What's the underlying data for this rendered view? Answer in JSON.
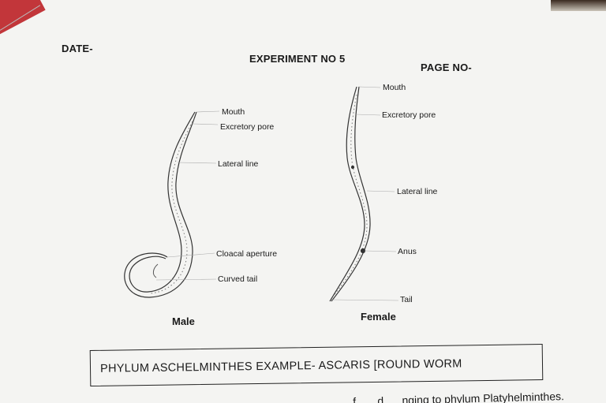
{
  "header": {
    "date": "DATE-",
    "experiment": "EXPERIMENT NO 5",
    "page_no": "PAGE NO-",
    "top_scrap": "···/ ... "
  },
  "male": {
    "caption": "Male",
    "labels": {
      "mouth": "Mouth",
      "excretory_pore": "Excretory pore",
      "lateral_line": "Lateral line",
      "cloacal_aperture": "Cloacal aperture",
      "curved_tail": "Curved tail"
    }
  },
  "female": {
    "caption": "Female",
    "labels": {
      "mouth": "Mouth",
      "excretory_pore": "Excretory pore",
      "lateral_line": "Lateral line",
      "anus": "Anus",
      "tail": "Tail"
    }
  },
  "title_box": {
    "text": "PHYLUM ASCHELMINTHES    EXAMPLE- ASCARIS [ROUND WORM"
  },
  "footer_text": "... ...f... ...d.. ...nging to phylum Platyhelminthes."
}
